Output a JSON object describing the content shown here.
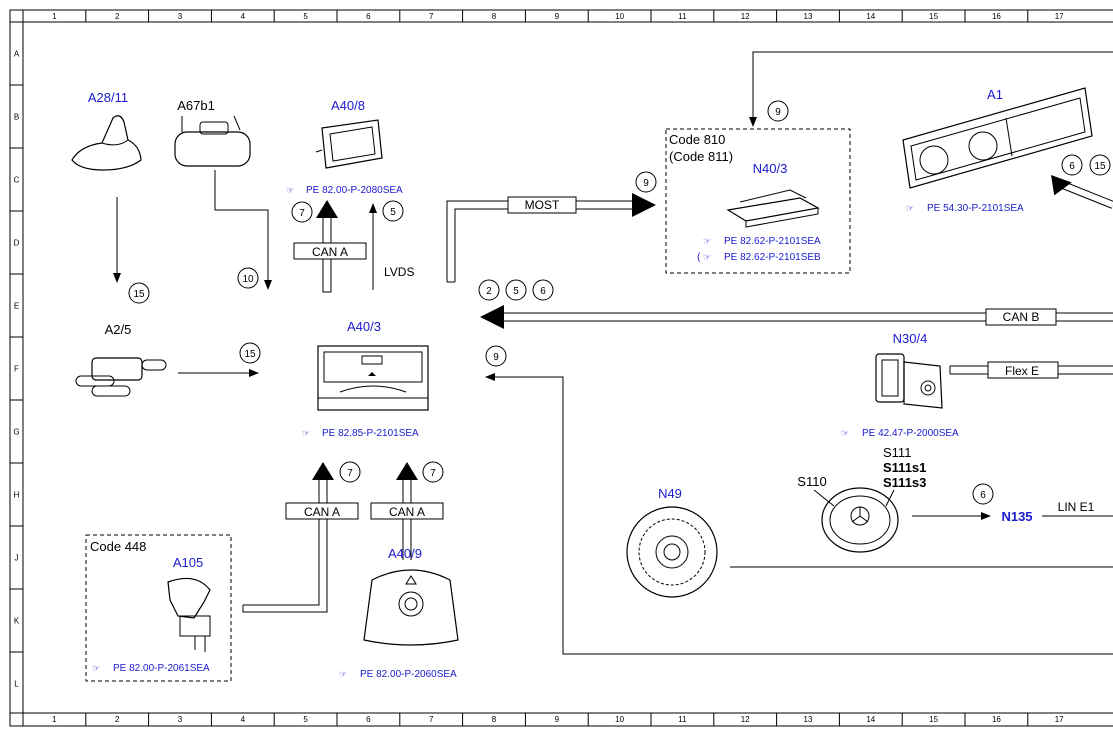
{
  "rulers": {
    "columns": [
      "1",
      "2",
      "3",
      "4",
      "5",
      "6",
      "7",
      "8",
      "9",
      "10",
      "11",
      "12",
      "13",
      "14",
      "15",
      "16",
      "17"
    ],
    "rows": [
      "A",
      "B",
      "C",
      "D",
      "E",
      "F",
      "G",
      "H",
      "J",
      "K",
      "L"
    ]
  },
  "components": {
    "a28_11": {
      "label": "A28/11"
    },
    "a67b1": {
      "label": "A67b1"
    },
    "a40_8": {
      "label": "A40/8",
      "ref": "PE 82.00-P-2080SEA"
    },
    "a2_5": {
      "label": "A2/5"
    },
    "a40_3": {
      "label": "A40/3",
      "ref": "PE 82.85-P-2101SEA"
    },
    "a105": {
      "label": "A105",
      "ref": "PE 82.00-P-2061SEA",
      "code": "Code 448"
    },
    "a40_9": {
      "label": "A40/9",
      "ref": "PE 82.00-P-2060SEA"
    },
    "n40_3": {
      "label": "N40/3",
      "code": "Code 810",
      "code_alt": "(Code 811)",
      "ref": "PE 82.62-P-2101SEA",
      "ref_alt": "PE 82.62-P-2101SEB"
    },
    "a1": {
      "label": "A1",
      "ref": "PE 54.30-P-2101SEA"
    },
    "n30_4": {
      "label": "N30/4",
      "ref": "PE 42.47-P-2000SEA"
    },
    "n49": {
      "label": "N49"
    },
    "s110": {
      "label": "S110"
    },
    "s111": {
      "label": "S111",
      "sub1": "S111s1",
      "sub2": "S111s3"
    },
    "n135": {
      "label": "N135"
    }
  },
  "buses": {
    "most": "MOST",
    "can_a_upper": "CAN A",
    "can_a_left": "CAN A",
    "can_a_right": "CAN A",
    "lvds": "LVDS",
    "can_b": "CAN B",
    "flex_e": "Flex E",
    "lin_e1": "LIN E1"
  },
  "markers": {
    "m15_a": "15",
    "m15_b": "15",
    "m10": "10",
    "m7_a": "7",
    "m5": "5",
    "m9_most": "9",
    "m9_top": "9",
    "m9_ret": "9",
    "m2": "2",
    "m5_b": "5",
    "m6_b": "6",
    "m6_a1": "6",
    "m15_a1": "15",
    "m7_l": "7",
    "m7_r": "7",
    "m6_lin": "6"
  },
  "colors": {
    "ref_blue": "#1a1ad0",
    "line": "#000000"
  }
}
